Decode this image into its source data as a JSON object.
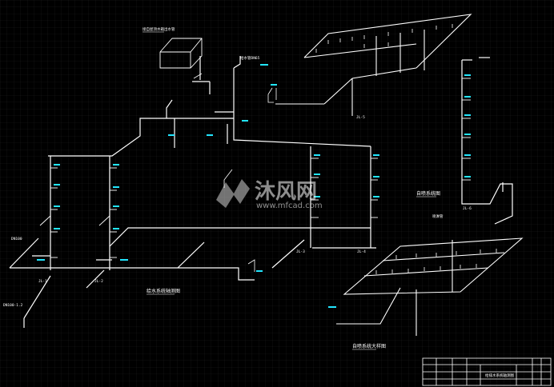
{
  "colors": {
    "background": "#000000",
    "grid": "#1c1c1c",
    "pipe": "#ffffff",
    "annotation": "#22e6ff"
  },
  "labels": {
    "top_note": "接自屋顶水箱出水管",
    "tank_note": "屋顶水箱",
    "pipe_note": "给水管DN65",
    "left_pipe": "DN100",
    "left_note": "DN100-1.2",
    "jl1": "JL-1",
    "jl2": "JL-2",
    "jl3": "JL-3",
    "jl4": "JL-4",
    "jl5": "JL-5",
    "jl6": "JL-6"
  },
  "titles": {
    "main_system": "给水系统轴测图",
    "right_riser": "自喷系统图",
    "right_pipe": "喷淋管",
    "bottom_right": "自喷系统大样图"
  },
  "watermark": {
    "brand": "沐风网",
    "url": "www.mfcad.com"
  },
  "title_block": {
    "drawing_name": "给排水系统轴测图"
  }
}
